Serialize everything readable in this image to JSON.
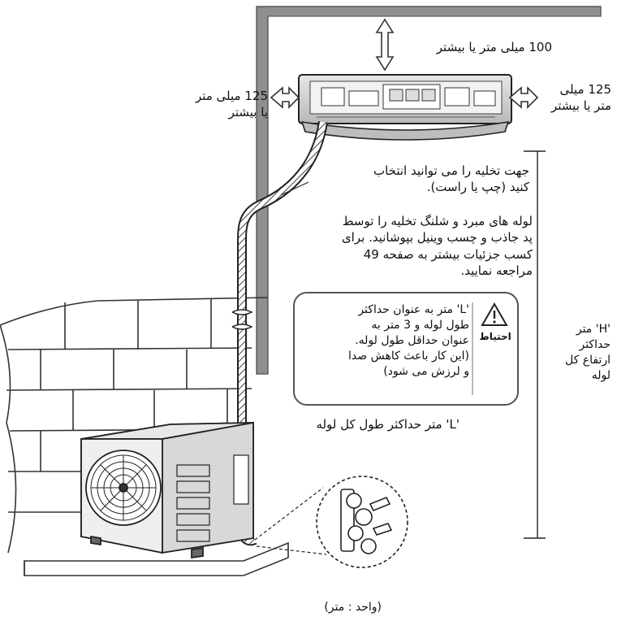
{
  "labels": {
    "top_clearance": "100 میلی متر یا بیشتر",
    "left_clearance": "125 میلی متر\nیا بیشتر",
    "right_clearance": "125 میلی\nمتر یا بیشتر",
    "drain_direction": "جهت تخلیه را می توانید انتخاب\nکنید (چپ یا راست).",
    "pipe_cover": "لوله های مبرد و شلنگ تخلیه را توسط\nپد جاذب و چسب وینیل بپوشانید. برای\nکسب جزئیات بیشتر به صفحه 49\nمراجعه نمایید.",
    "caution_title": "احتیاط",
    "caution_text": "'L' متر به عنوان حداکثر\nطول لوله و 3 متر به\nعنوان حداقل طول لوله.\n(این کار باعث کاهش صدا\nو لرزش می شود)",
    "height_label": "'H' متر\nحداکثر\nارتفاع کل\nلوله",
    "length_label": "'L' متر حداکثر طول کل لوله",
    "unit_label": "(واحد : متر)"
  },
  "colors": {
    "line": "#222222",
    "wall": "#8a8a8a",
    "indoor_unit": "#cfcfcf",
    "caution_border": "#555555"
  },
  "icons": [
    "warning-triangle-icon",
    "double-arrow-icon"
  ]
}
